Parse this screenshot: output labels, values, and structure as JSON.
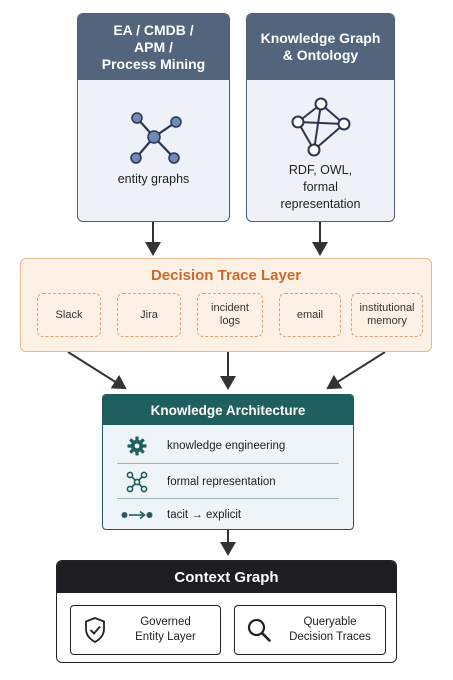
{
  "top_left": {
    "title": "EA / CMDB /\nAPM /\nProcess Mining",
    "body": "entity graphs",
    "icon": "network-hub-icon"
  },
  "top_right": {
    "title": "Knowledge Graph\n& Ontology",
    "body": "RDF, OWL,\nformal\nrepresentation",
    "icon": "graph-nodes-icon"
  },
  "trace_layer": {
    "title": "Decision Trace Layer",
    "sources": [
      "Slack",
      "Jira",
      "incident\nlogs",
      "email",
      "institutional\nmemory"
    ]
  },
  "knowledge_architecture": {
    "title": "Knowledge Architecture",
    "items": [
      {
        "label": "knowledge engineering",
        "icon": "gear-icon"
      },
      {
        "label": "formal representation",
        "icon": "network-icon"
      },
      {
        "label": "tacit → explicit",
        "icon": "arrow-transform-icon"
      }
    ]
  },
  "context_graph": {
    "title": "Context Graph",
    "items": [
      {
        "label": "Governed\nEntity Layer",
        "icon": "shield-check-icon"
      },
      {
        "label": "Queryable\nDecision Traces",
        "icon": "search-icon"
      }
    ]
  },
  "colors": {
    "top_header": "#52657d",
    "trace_accent": "#c9692e",
    "ka_header": "#1f5f5f",
    "cg_header": "#1e1e22"
  }
}
